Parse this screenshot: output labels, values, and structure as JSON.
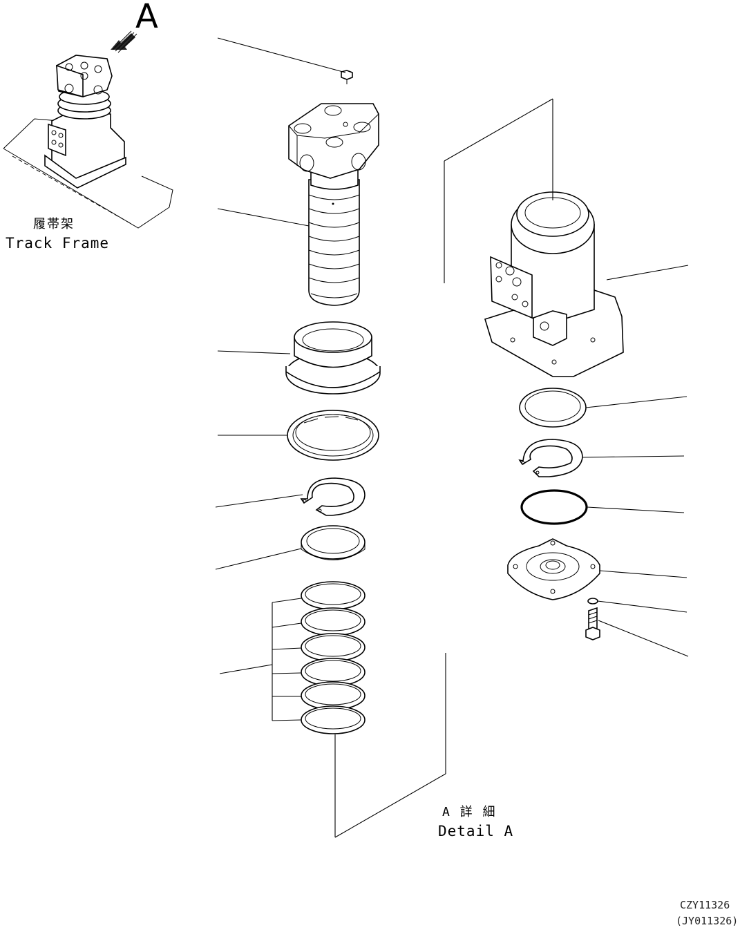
{
  "view_letter": "A",
  "track_frame": {
    "jp": "履帯架",
    "en": "Track Frame"
  },
  "detail": {
    "jp": "A 詳 細",
    "en": "Detail A"
  },
  "drawing_codes": [
    "CZY11326",
    "(JY011326)"
  ]
}
